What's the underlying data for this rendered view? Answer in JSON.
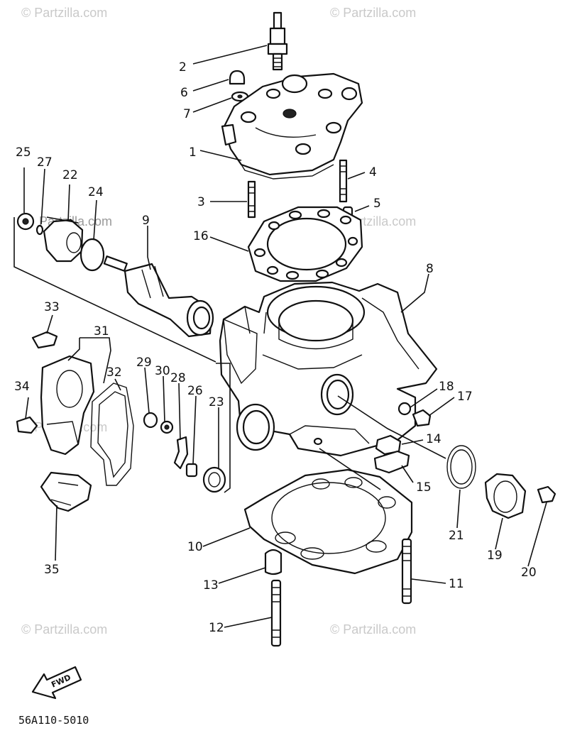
{
  "watermarks": [
    "© Partzilla.com",
    "© Partzilla.com",
    "Partzilla.com",
    "© Partzilla.com",
    "© Partzilla.com",
    "© Partzilla.com",
    "© Partzilla.com"
  ],
  "callouts": [
    "1",
    "2",
    "3",
    "4",
    "5",
    "6",
    "7",
    "8",
    "9",
    "10",
    "11",
    "12",
    "13",
    "14",
    "15",
    "16",
    "17",
    "18",
    "19",
    "20",
    "21",
    "22",
    "23",
    "24",
    "25",
    "26",
    "27",
    "28",
    "29",
    "30",
    "31",
    "32",
    "33",
    "34",
    "35"
  ],
  "direction_label": "FWD",
  "diagram_code": "56A110-5010"
}
